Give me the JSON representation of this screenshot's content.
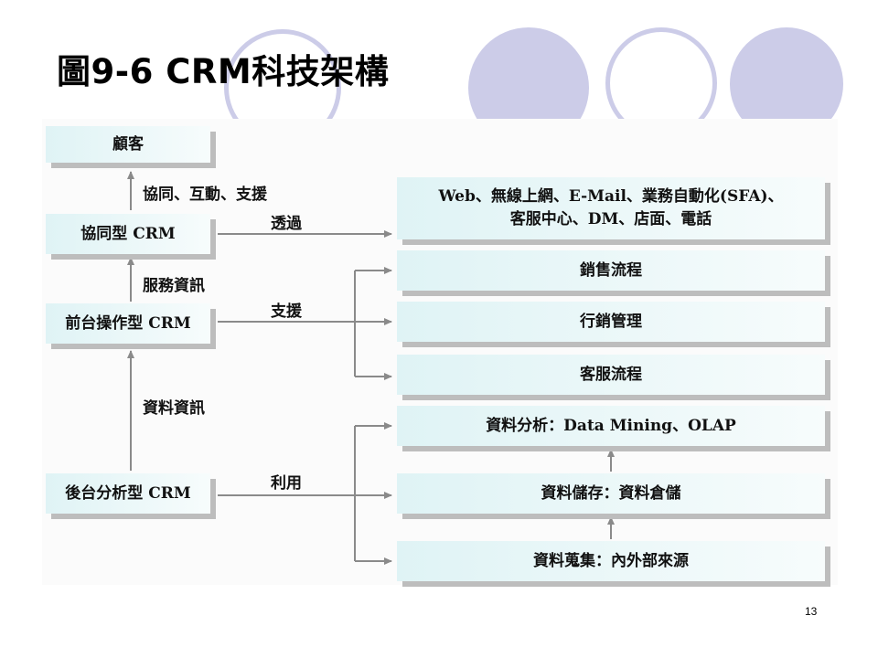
{
  "slide": {
    "title": "圖9-6 CRM科技架構",
    "page_number": "13"
  },
  "diagram": {
    "left_column": {
      "customer": "顧客",
      "collaborative_crm": "協同型 CRM",
      "operational_crm": "前台操作型 CRM",
      "analytical_crm": "後台分析型 CRM"
    },
    "left_labels": {
      "collab_interact_support": "協同、互動、支援",
      "service_info": "服務資訊",
      "data_info": "資料資訊"
    },
    "arrow_labels": {
      "through": "透過",
      "support": "支援",
      "utilize": "利用"
    },
    "right_column": {
      "channels_line1": "Web、無線上網、E-Mail、業務自動化(SFA)、",
      "channels_line2": "客服中心、DM、店面、電話",
      "sales_process": "銷售流程",
      "marketing_management": "行銷管理",
      "service_process": "客服流程",
      "data_analysis": "資料分析：Data Mining、OLAP",
      "data_storage": "資料儲存：資料倉儲",
      "data_collection": "資料蒐集：內外部來源"
    }
  }
}
